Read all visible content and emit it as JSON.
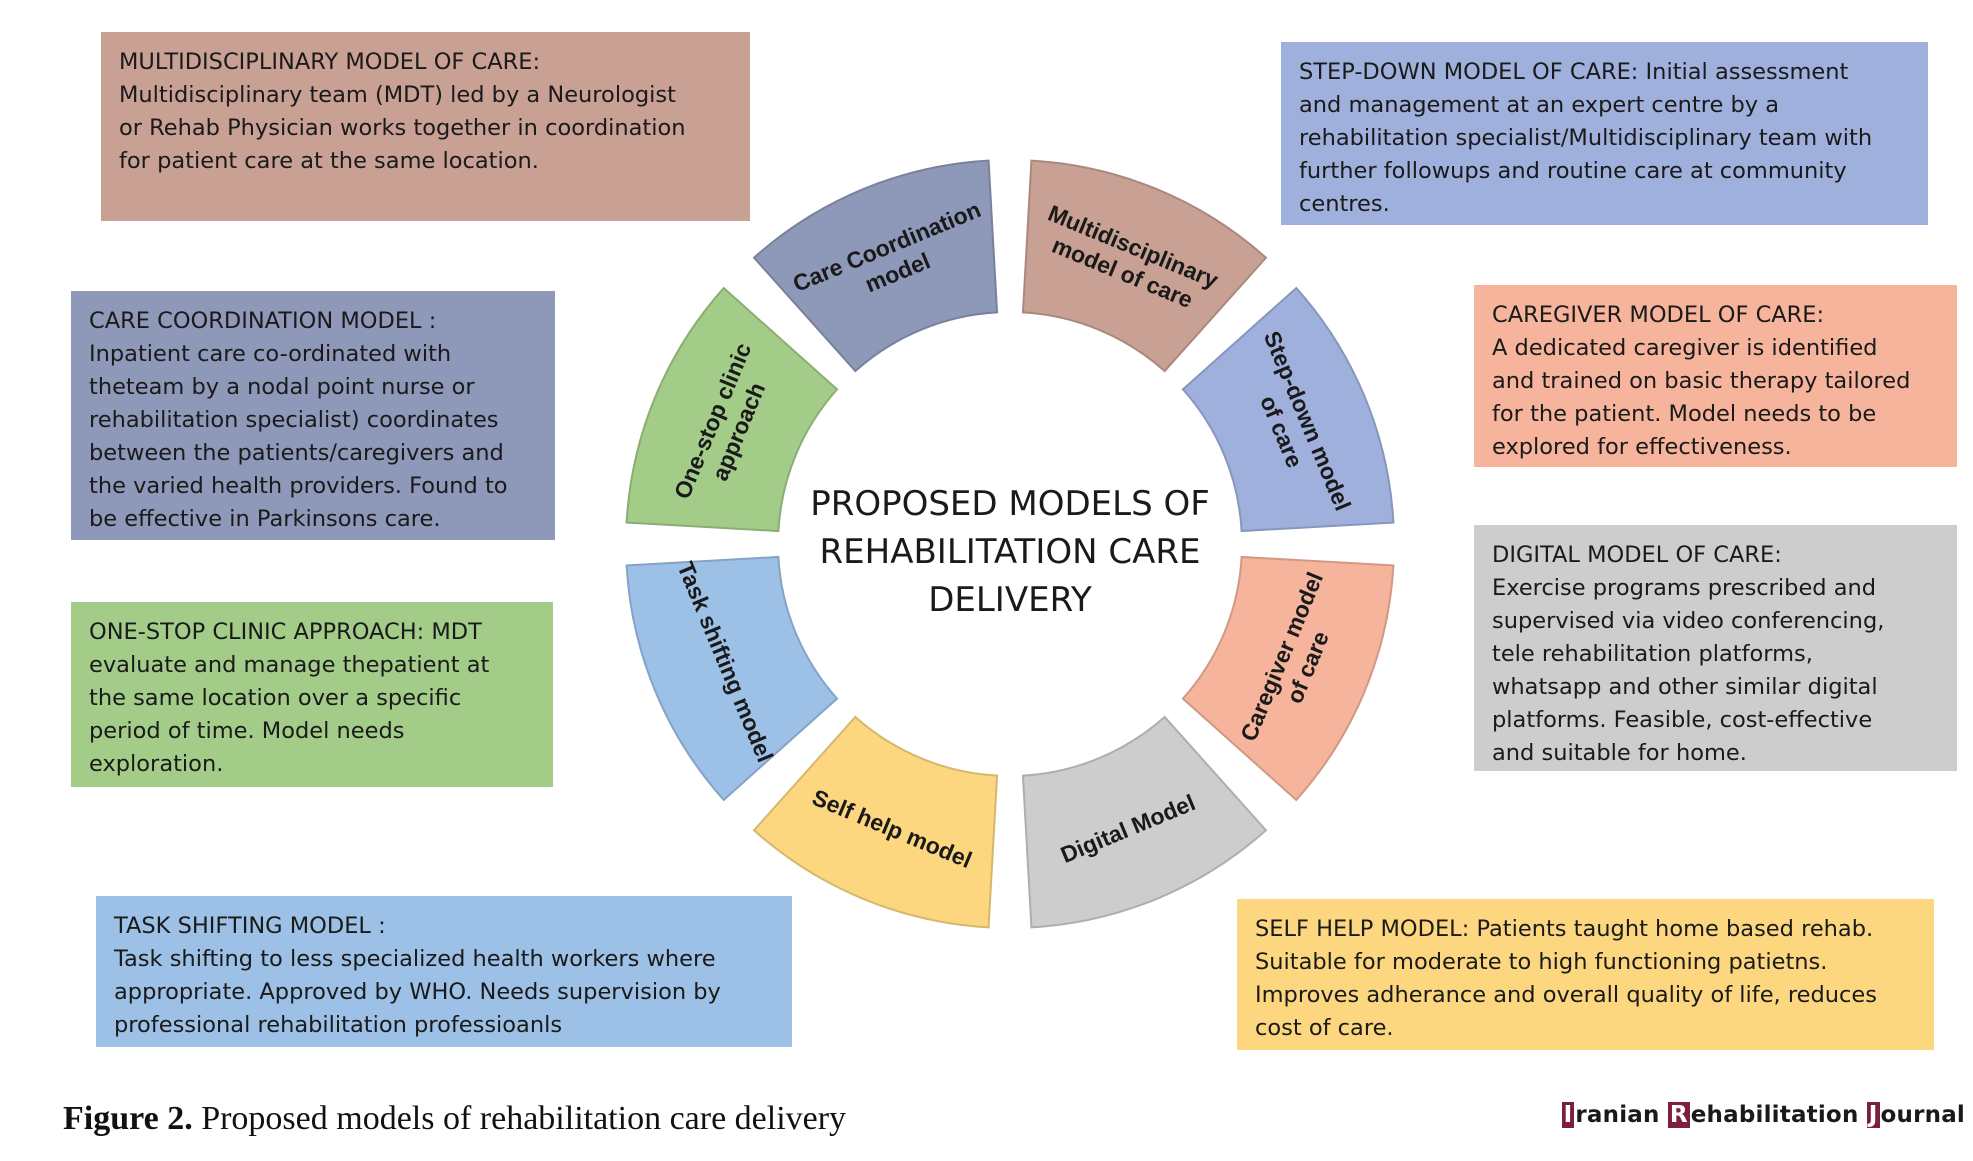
{
  "center_title": [
    "PROPOSED MODELS OF",
    "REHABILITATION CARE",
    "DELIVERY"
  ],
  "colors": {
    "multidisciplinary": "#c9a094",
    "stepdown": "#9fb0dd",
    "caregiver": "#f5b49b",
    "digital": "#cdcdcd",
    "selfhelp": "#fcd77f",
    "taskshifting": "#9cc0e6",
    "onestop": "#a3cc89",
    "carecoord": "#8e98b8"
  },
  "boxes": {
    "multidisciplinary": {
      "title": "MULTIDISCIPLINARY MODEL OF CARE:",
      "lines": [
        "Multidisciplinary team (MDT) led by a Neurologist",
        "or Rehab Physician works together in coordination",
        "for patient care at the same location."
      ]
    },
    "stepdown": {
      "lines": [
        "STEP-DOWN MODEL OF CARE: Initial assessment",
        "and management at an expert centre by a",
        "rehabilitation specialist/Multidisciplinary team with",
        "further followups and routine care at community",
        "centres."
      ]
    },
    "caregiver": {
      "title": "CAREGIVER MODEL OF CARE:",
      "lines": [
        "A dedicated caregiver is identified",
        "and trained on basic therapy tailored",
        "for the patient. Model needs to be",
        "explored for effectiveness."
      ]
    },
    "digital": {
      "title": "DIGITAL MODEL OF CARE:",
      "lines": [
        "Exercise programs prescribed and",
        "supervised via video conferencing,",
        "tele rehabilitation platforms,",
        "whatsapp and other similar digital",
        "platforms. Feasible, cost-effective",
        "and suitable for home."
      ]
    },
    "selfhelp": {
      "lines": [
        "SELF HELP MODEL: Patients taught home based rehab.",
        "Suitable for moderate to high functioning patietns.",
        "Improves adherance and overall quality of life, reduces",
        "cost of care."
      ]
    },
    "taskshifting": {
      "title": "TASK SHIFTING MODEL :",
      "lines": [
        "Task shifting to less specialized health workers where",
        "appropriate. Approved by WHO. Needs supervision by",
        "professional rehabilitation professioanls"
      ]
    },
    "onestop": {
      "lines": [
        "ONE-STOP CLINIC APPROACH: MDT",
        "evaluate and manage thepatient at",
        "the same location over a specific",
        "period of time. Model needs",
        "exploration."
      ]
    },
    "carecoord": {
      "title": "CARE COORDINATION MODEL :",
      "lines": [
        "Inpatient care co-ordinated with",
        "theteam by a nodal point nurse or",
        "rehabilitation specialist) coordinates",
        "between the patients/caregivers and",
        "the varied health providers. Found to",
        "be effective in Parkinsons care."
      ]
    }
  },
  "segments": [
    {
      "key": "multidisciplinary",
      "lines": [
        "Multidisciplinary",
        "model of care"
      ]
    },
    {
      "key": "stepdown",
      "lines": [
        "Step-down model",
        "of care"
      ]
    },
    {
      "key": "caregiver",
      "lines": [
        "Caregiver model",
        "of care"
      ]
    },
    {
      "key": "digital",
      "lines": [
        "Digital Model"
      ]
    },
    {
      "key": "selfhelp",
      "lines": [
        "Self help model"
      ]
    },
    {
      "key": "taskshifting",
      "lines": [
        "Task shifting model"
      ]
    },
    {
      "key": "onestop",
      "lines": [
        "One-stop clinic",
        "approach"
      ]
    },
    {
      "key": "carecoord",
      "lines": [
        "Care Coordination",
        "model"
      ]
    }
  ],
  "caption": {
    "label": "Figure 2.",
    "text": "Proposed models of rehabilitation care delivery"
  },
  "journal": {
    "letters": [
      "I",
      "R",
      "J"
    ],
    "words": [
      "ranian ",
      "ehabilitation ",
      "ournal"
    ]
  }
}
